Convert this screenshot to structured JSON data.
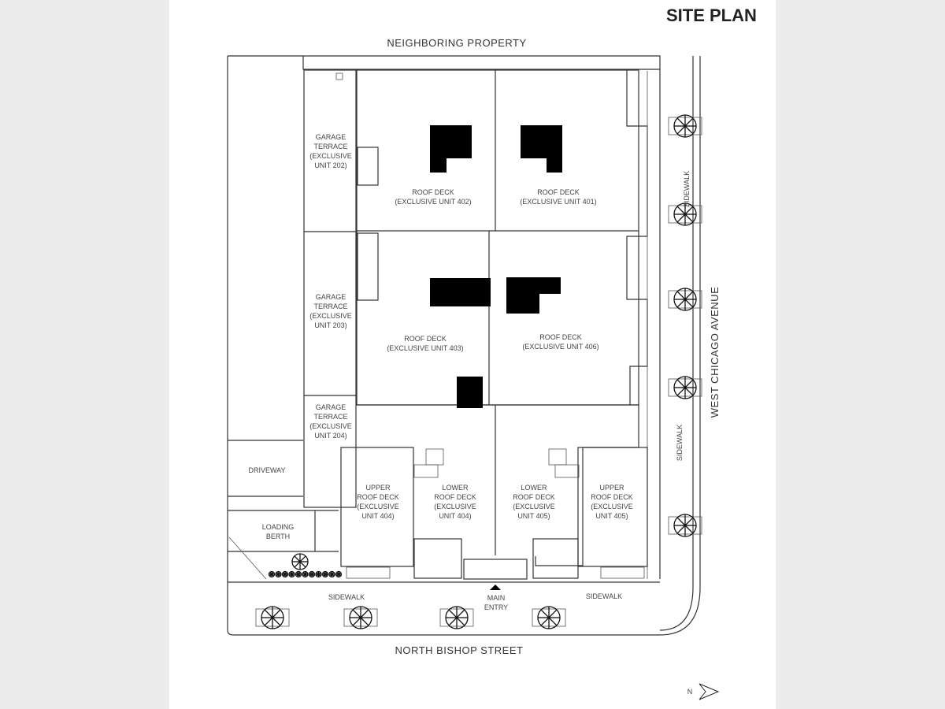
{
  "title": "SITE PLAN",
  "streets": {
    "north": "NEIGHBORING PROPERTY",
    "south": "NORTH BISHOP STREET",
    "east": "WEST CHICAGO AVENUE"
  },
  "areas": {
    "garage_202": [
      "GARAGE",
      "TERRACE",
      "(EXCLUSIVE",
      "UNIT 202)"
    ],
    "garage_203": [
      "GARAGE",
      "TERRACE",
      "(EXCLUSIVE",
      "UNIT 203)"
    ],
    "garage_204": [
      "GARAGE",
      "TERRACE",
      "(EXCLUSIVE",
      "UNIT 204)"
    ],
    "deck_402": [
      "ROOF DECK",
      "(EXCLUSIVE UNIT 402)"
    ],
    "deck_401": [
      "ROOF DECK",
      "(EXCLUSIVE UNIT 401)"
    ],
    "deck_403": [
      "ROOF DECK",
      "(EXCLUSIVE UNIT 403)"
    ],
    "deck_406": [
      "ROOF DECK",
      "(EXCLUSIVE UNIT 406)"
    ],
    "upper_404": [
      "UPPER",
      "ROOF DECK",
      "(EXCLUSIVE",
      "UNIT 404)"
    ],
    "lower_404": [
      "LOWER",
      "ROOF DECK",
      "(EXCLUSIVE",
      "UNIT 404)"
    ],
    "lower_405": [
      "LOWER",
      "ROOF DECK",
      "(EXCLUSIVE",
      "UNIT 405)"
    ],
    "upper_405": [
      "UPPER",
      "ROOF DECK",
      "(EXCLUSIVE",
      "UNIT 405)"
    ],
    "driveway": "DRIVEWAY",
    "loading": [
      "LOADING",
      "BERTH"
    ],
    "sidewalk": "SIDEWALK",
    "main_entry": [
      "MAIN",
      "ENTRY"
    ]
  },
  "north_arrow": "N"
}
